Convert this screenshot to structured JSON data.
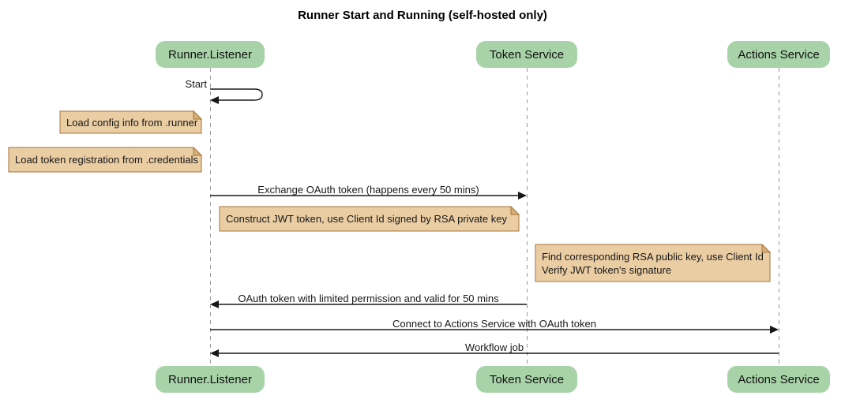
{
  "title": "Runner Start and Running (self-hosted only)",
  "diagram_type": "sequence",
  "participants": [
    {
      "name": "Runner.Listener"
    },
    {
      "name": "Token Service"
    },
    {
      "name": "Actions Service"
    }
  ],
  "messages": [
    {
      "label": "Start",
      "from": "Runner.Listener",
      "to": "Runner.Listener",
      "type": "self"
    },
    {
      "label": "Exchange OAuth token (happens every 50 mins)",
      "from": "Runner.Listener",
      "to": "Token Service",
      "type": "solid-arrow"
    },
    {
      "label": "OAuth token with limited permission and valid for 50 mins",
      "from": "Token Service",
      "to": "Runner.Listener",
      "type": "solid-arrow"
    },
    {
      "label": "Connect to Actions Service with OAuth token",
      "from": "Runner.Listener",
      "to": "Actions Service",
      "type": "solid-arrow"
    },
    {
      "label": "Workflow job",
      "from": "Actions Service",
      "to": "Runner.Listener",
      "type": "solid-arrow"
    }
  ],
  "notes": [
    {
      "lines": [
        "Load config info from .runner"
      ],
      "position": "left of Runner.Listener"
    },
    {
      "lines": [
        "Load token registration from .credentials"
      ],
      "position": "left of Runner.Listener"
    },
    {
      "lines": [
        "Construct JWT token, use Client Id signed by RSA private key"
      ],
      "position": "over Runner.Listener, Token Service"
    },
    {
      "lines": [
        "Find corresponding RSA public key, use Client Id",
        "Verify JWT token's signature"
      ],
      "position": "over Token Service, Actions Service"
    }
  ],
  "colors": {
    "participant_fill": "#A8D3A8",
    "note_fill": "#EACDA3",
    "note_border": "#A5733C",
    "note_fold": "#D6B078",
    "lifeline": "#999999",
    "arrow": "#181818",
    "background": "#FFFFFF"
  }
}
